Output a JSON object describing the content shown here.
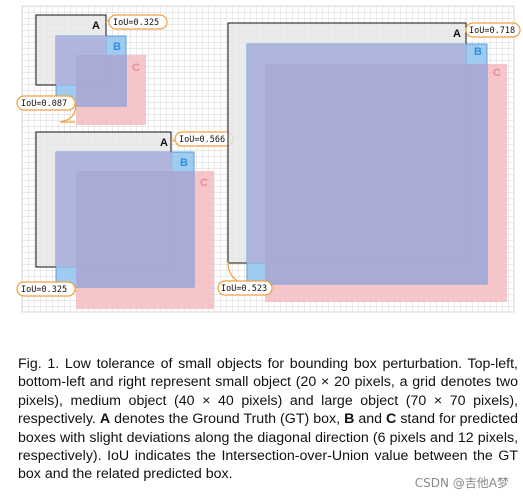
{
  "figure": {
    "panels": [
      {
        "name": "top-left",
        "box_a_label": "A",
        "box_b_label": "B",
        "box_c_label": "C",
        "iou_labels": [
          "IoU=0.325",
          "IoU=0.087"
        ]
      },
      {
        "name": "bottom-left",
        "box_a_label": "A",
        "box_b_label": "B",
        "box_c_label": "C",
        "iou_labels": [
          "IoU=0.566",
          "IoU=0.325"
        ]
      },
      {
        "name": "right",
        "box_a_label": "A",
        "box_b_label": "B",
        "box_c_label": "C",
        "iou_labels": [
          "IoU=0.718",
          "IoU=0.523"
        ]
      }
    ],
    "colors": {
      "grid_line": "#c9c9c9",
      "box_a_border": "#111111",
      "box_a_fill": "#e6e6e6",
      "box_b_fill": "#8fc3ee",
      "box_b_border": "#3c8fd6",
      "box_c_fill": "#f4bcc2",
      "overlap_fill": "#a9a8d4",
      "callout_stroke": "#f0a040",
      "label_b": "#2f8ee0",
      "label_c": "#e98a94"
    }
  },
  "caption": {
    "prefix": "Fig. 1. Low tolerance of small objects for bounding box perturbation. Top-left, bottom-left and right represent small object (",
    "small_size": "20 × 20",
    "after_small": " pixels, a grid denotes two pixels), medium object (",
    "medium_size": "40 × 40",
    "after_medium": " pixels) and large object (",
    "large_size": "70 × 70",
    "after_large": " pixels), respectively. ",
    "a_letter": "A",
    "after_a": " denotes the Ground Truth (GT) box, ",
    "b_letter": "B",
    "and_word": " and ",
    "c_letter": "C",
    "after_c": " stand for predicted boxes with slight deviations along the diagonal direction (",
    "dev_small": "6",
    "pixels_and": " pixels and ",
    "dev_large": "12",
    "suffix": " pixels, respectively). IoU indicates the Intersection-over-Union value between the GT box and the related predicted box."
  },
  "watermark": "CSDN @吉他A梦"
}
